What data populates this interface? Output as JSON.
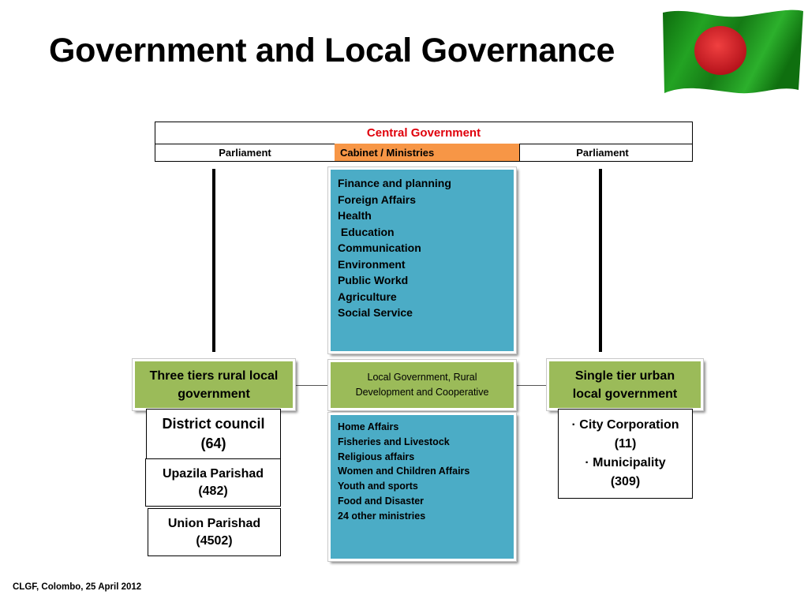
{
  "title": "Government and Local Governance",
  "central": {
    "title": "Central Government",
    "left": "Parliament",
    "middle": "Cabinet / Ministries",
    "right": "Parliament"
  },
  "ministries_top": [
    "Finance and planning",
    "Foreign Affairs",
    "Health",
    " Education",
    "Communication",
    "Environment",
    "Public Workd",
    "Agriculture",
    "Social Service"
  ],
  "rural": {
    "label_line1": "Three tiers rural local",
    "label_line2": "government",
    "district_line1": "District council",
    "district_line2": "(64)",
    "upazila_line1": "Upazila Parishad",
    "upazila_line2": "(482)",
    "union_line1": "Union Parishad",
    "union_line2": "(4502)"
  },
  "local_gov": {
    "line1": "Local Government, Rural",
    "line2": "Development and Cooperative"
  },
  "ministries_bottom": [
    "Home Affairs",
    "Fisheries and Livestock",
    "Religious affairs",
    "Women and Children Affairs",
    "Youth and sports",
    "Food and Disaster",
    "24 other ministries"
  ],
  "urban": {
    "label_line1": "Single tier urban",
    "label_line2": "local government",
    "item1_line1": "· City Corporation",
    "item1_line2": "(11)",
    "item2_line1": "· Municipality",
    "item2_line2": "(309)"
  },
  "colors": {
    "central_title": "#e0000b",
    "cabinet_cell": "#f79646",
    "ministry_box": "#4bacc6",
    "green_box": "#9bbb59",
    "flag_green": "#1e8a1e",
    "flag_red": "#d41f26"
  },
  "footer": "CLGF, Colombo, 25 April 2012"
}
